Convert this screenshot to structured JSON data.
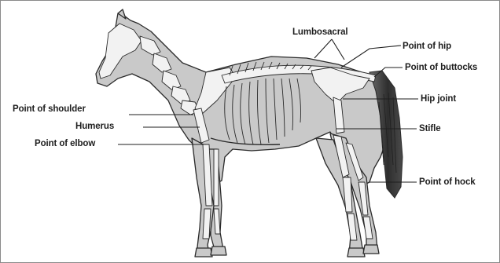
{
  "labels": {
    "lumbosacral": "Lumbosacral",
    "point_of_hip": "Point of hip",
    "point_of_buttocks": "Point of buttocks",
    "hip_joint": "Hip joint",
    "stifle": "Stifle",
    "point_of_hock": "Point of hock",
    "point_of_shoulder": "Point of shoulder",
    "humerus": "Humerus",
    "point_of_elbow": "Point of elbow"
  },
  "colors": {
    "body_fill": "#c9c9c9",
    "bone_fill": "#f2f2f2",
    "outline": "#2a2a2a",
    "tail_dark": "#3a3a3a",
    "leader_line": "#1e1e1e"
  }
}
